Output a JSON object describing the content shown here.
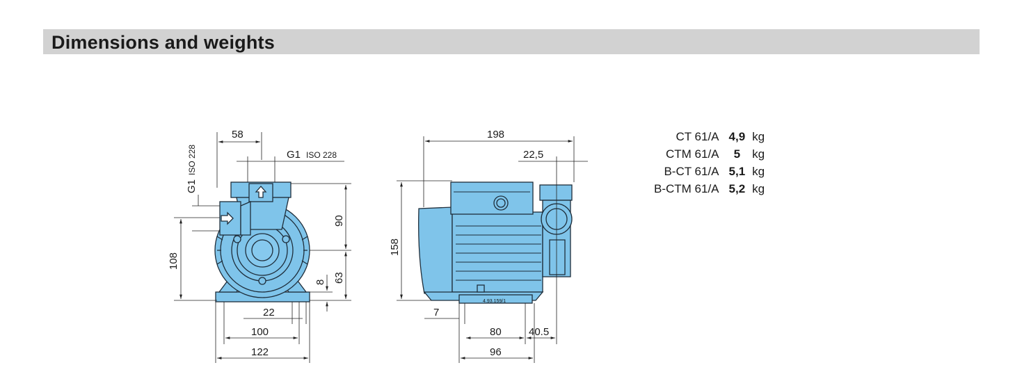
{
  "header": {
    "title": "Dimensions and weights"
  },
  "front_view": {
    "dims": {
      "top_width": "58",
      "outlet_thread": "G1",
      "outlet_standard": "ISO 228",
      "inlet_thread": "G1",
      "inlet_standard": "ISO 228",
      "inlet_height": "108",
      "upper_height": "90",
      "lower_height": "63",
      "foot_height": "8",
      "foot_slot": "22",
      "foot_hole_spacing": "100",
      "base_width": "122"
    }
  },
  "side_view": {
    "dims": {
      "overall_length": "198",
      "outlet_offset": "22,5",
      "overall_height": "158",
      "front_offset": "7",
      "foot_hole_spacing": "80",
      "rear_offset": "40.5",
      "base_length": "96"
    },
    "plate_text": "4.93.159/1"
  },
  "weights": [
    {
      "model": "CT    61/A",
      "value": "4,9",
      "unit": "kg"
    },
    {
      "model": "CTM 61/A",
      "value": "5",
      "unit": "kg"
    },
    {
      "model": "B-CT 61/A",
      "value": "5,1",
      "unit": "kg"
    },
    {
      "model": "B-CTM 61/A",
      "value": "5,2",
      "unit": "kg"
    }
  ],
  "colors": {
    "pump_body": "#7fc4ea",
    "pump_outline": "#1e2d3a",
    "header_bg": "#d2d2d2"
  }
}
